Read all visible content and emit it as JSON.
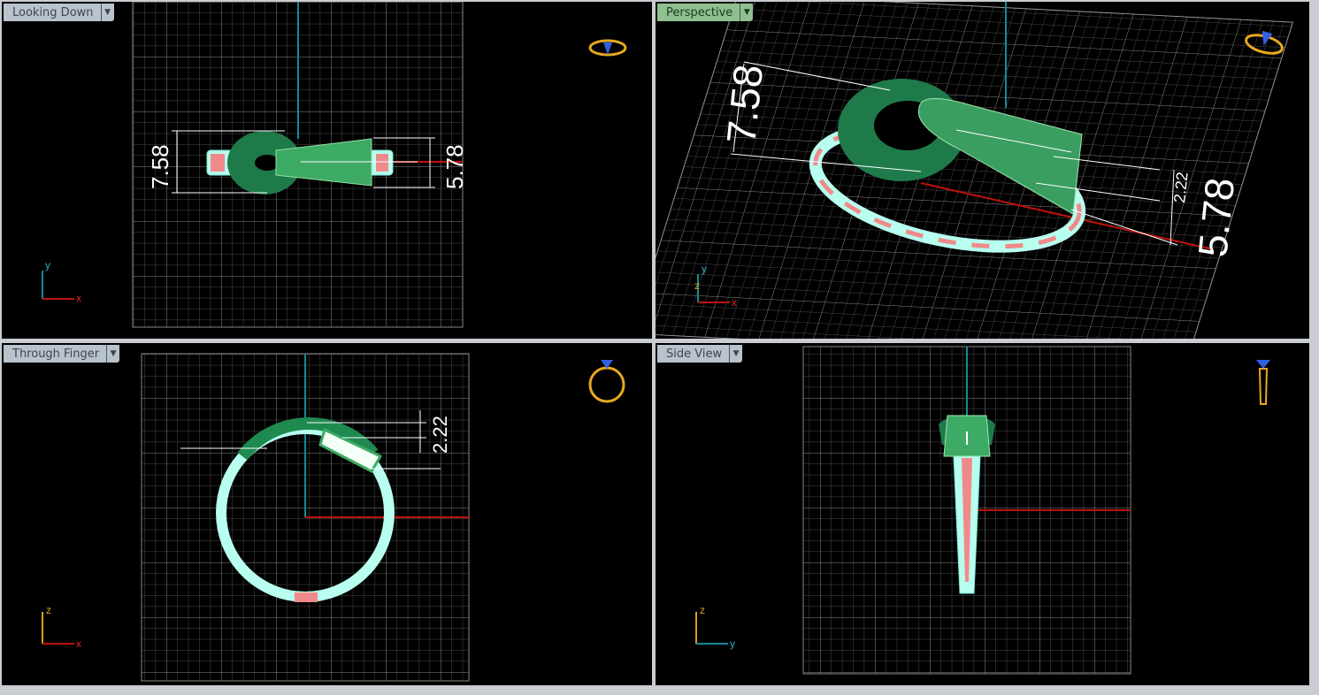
{
  "viewports": [
    {
      "title": "Looking Down",
      "active": false,
      "dims": [
        "7.58",
        "5.78"
      ],
      "axes": [
        "y",
        "x"
      ]
    },
    {
      "title": "Perspective",
      "active": true,
      "dims": [
        "7.58",
        "5.78",
        "2.22"
      ],
      "axes": [
        "y",
        "z",
        "x"
      ]
    },
    {
      "title": "Through Finger",
      "active": false,
      "dims": [
        "2.22"
      ],
      "axes": [
        "z",
        "x"
      ]
    },
    {
      "title": "Side View",
      "active": false,
      "dims": [],
      "axes": [
        "z",
        "y"
      ]
    }
  ],
  "icons": {
    "dropdown": "chevron-down-icon",
    "ring": "ring-orientation-icon"
  },
  "colors": {
    "grid": "#5a5a5a",
    "xaxis": "#c0120c",
    "yaxis": "#138a9a",
    "band": "#b8fff0",
    "stone": "#f08a8a",
    "green": "#2e9a5a",
    "gold": "#e8a820",
    "diamond": "#3060e0"
  }
}
